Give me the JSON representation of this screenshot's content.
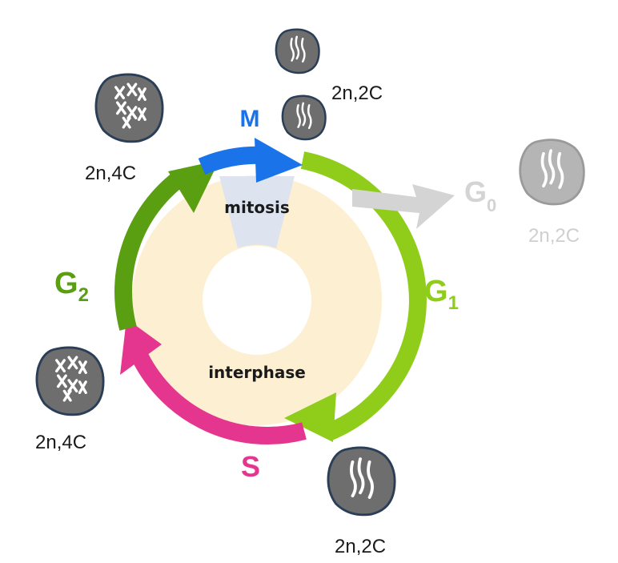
{
  "phases": {
    "m": {
      "label": "M",
      "color": "#1a73e8"
    },
    "g1": {
      "label": "G",
      "sub": "1",
      "color": "#8fcd1a"
    },
    "g2": {
      "label": "G",
      "sub": "2",
      "color": "#5a9e12"
    },
    "s": {
      "label": "S",
      "color": "#e5368f"
    },
    "g0": {
      "label": "G",
      "sub": "0",
      "color": "#d4d4d4"
    }
  },
  "inner": {
    "mitosis": "mitosis",
    "interphase": "interphase"
  },
  "colors": {
    "ring_fill": "#fdefd2",
    "mitosis_wedge": "#dde4ef",
    "cell_body": "#6e6e6e",
    "cell_outline": "#2b3e57",
    "cell_g0_body": "#b5b5b5",
    "cell_g0_outline": "#9a9a9a",
    "chromosome": "#ffffff"
  },
  "cells": {
    "m_top": {
      "label": "2n,2C"
    },
    "g2_top": {
      "label": "2n,4C"
    },
    "g0": {
      "label": "2n,2C"
    },
    "g2_left": {
      "label": "2n,4C"
    },
    "g1_bottom": {
      "label": "2n,2C"
    }
  }
}
